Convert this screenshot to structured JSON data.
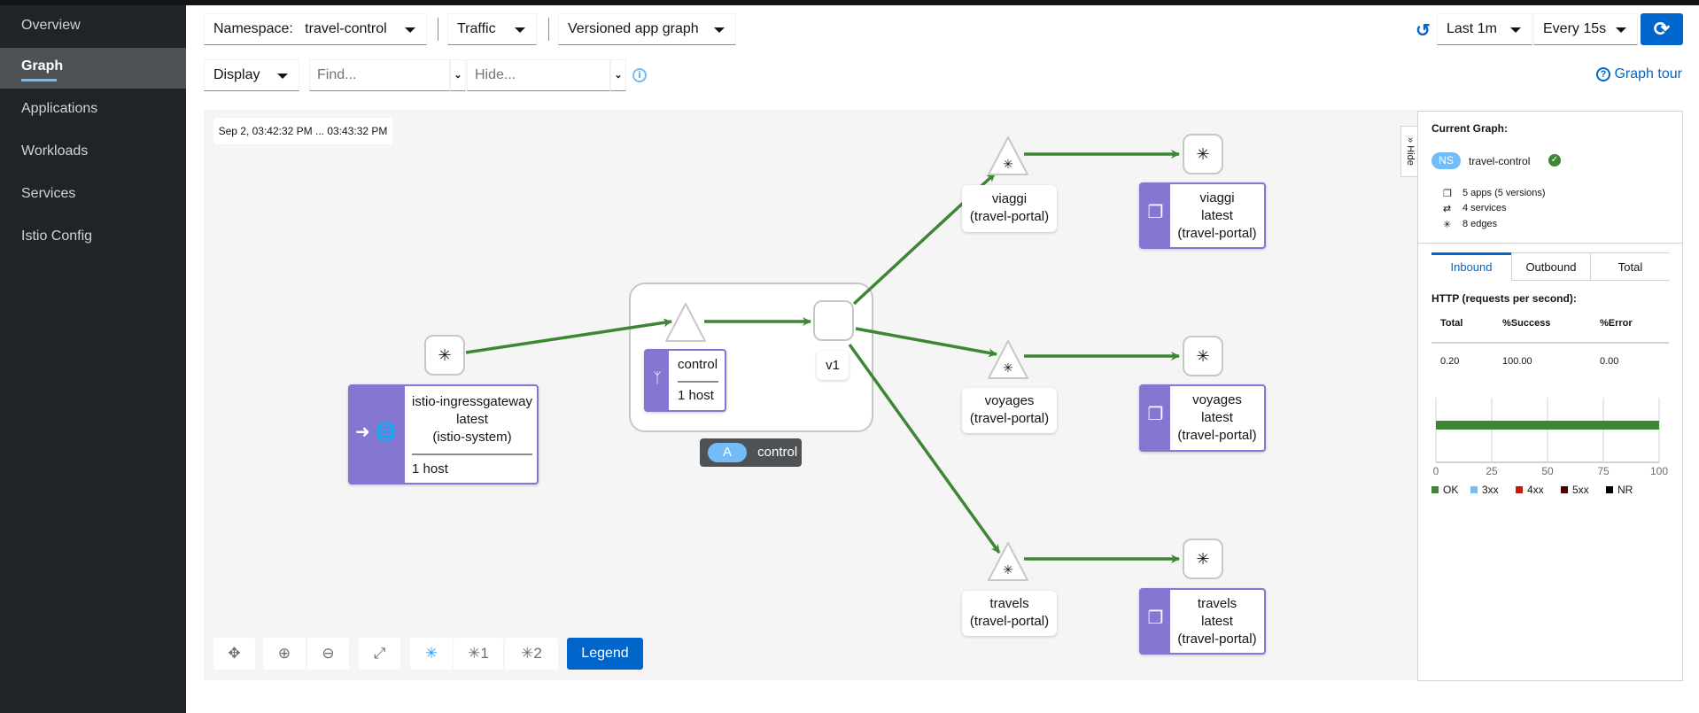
{
  "sidebar": {
    "items": [
      {
        "label": "Overview"
      },
      {
        "label": "Graph",
        "active": true
      },
      {
        "label": "Applications"
      },
      {
        "label": "Workloads"
      },
      {
        "label": "Services"
      },
      {
        "label": "Istio Config"
      }
    ]
  },
  "toolbar": {
    "namespace_label": "Namespace:",
    "namespace_value": "travel-control",
    "traffic": "Traffic",
    "graph_type": "Versioned app graph",
    "display": "Display",
    "find_placeholder": "Find...",
    "hide_placeholder": "Hide...",
    "time_range": "Last 1m",
    "refresh_interval": "Every 15s",
    "graph_tour": "Graph tour"
  },
  "graph": {
    "timestamp": "Sep 2, 03:42:32 PM ... 03:43:32 PM",
    "gateway": {
      "name": "istio-ingressgateway",
      "version": "latest",
      "namespace": "(istio-system)",
      "hosts": "1 host"
    },
    "app_box": {
      "badge": "A",
      "name": "control"
    },
    "control_service": {
      "name": "control",
      "hosts": "1 host"
    },
    "control_version": "v1",
    "services": [
      {
        "name": "viaggi",
        "namespace": "(travel-portal)"
      },
      {
        "name": "voyages",
        "namespace": "(travel-portal)"
      },
      {
        "name": "travels",
        "namespace": "(travel-portal)"
      }
    ],
    "workloads": [
      {
        "name": "viaggi",
        "version": "latest",
        "namespace": "(travel-portal)"
      },
      {
        "name": "voyages",
        "version": "latest",
        "namespace": "(travel-portal)"
      },
      {
        "name": "travels",
        "version": "latest",
        "namespace": "(travel-portal)"
      }
    ],
    "edge_color": "#3e8635",
    "controls": {
      "layout1": "1",
      "layout2": "2",
      "legend": "Legend"
    }
  },
  "panel": {
    "hide": "Hide",
    "title": "Current Graph:",
    "ns_badge": "NS",
    "namespace": "travel-control",
    "apps": "5 apps (5 versions)",
    "services": "4 services",
    "edges": "8 edges",
    "tabs": [
      "Inbound",
      "Outbound",
      "Total"
    ],
    "http_title": "HTTP (requests per second):",
    "table": {
      "headers": [
        "Total",
        "%Success",
        "%Error"
      ],
      "values": [
        "0.20",
        "100.00",
        "0.00"
      ]
    },
    "chart_data": {
      "type": "bar",
      "orientation": "horizontal",
      "series": [
        {
          "name": "OK",
          "values": [
            100
          ]
        },
        {
          "name": "3xx",
          "values": [
            0
          ]
        },
        {
          "name": "4xx",
          "values": [
            0
          ]
        },
        {
          "name": "5xx",
          "values": [
            0
          ]
        },
        {
          "name": "NR",
          "values": [
            0
          ]
        }
      ],
      "xlim": [
        0,
        100
      ],
      "ticks": [
        "0",
        "25",
        "50",
        "75",
        "100"
      ],
      "colors": {
        "OK": "#3e8635",
        "3xx": "#73bcf7",
        "4xx": "#c9190b",
        "5xx": "#470000",
        "NR": "#000000"
      }
    }
  }
}
